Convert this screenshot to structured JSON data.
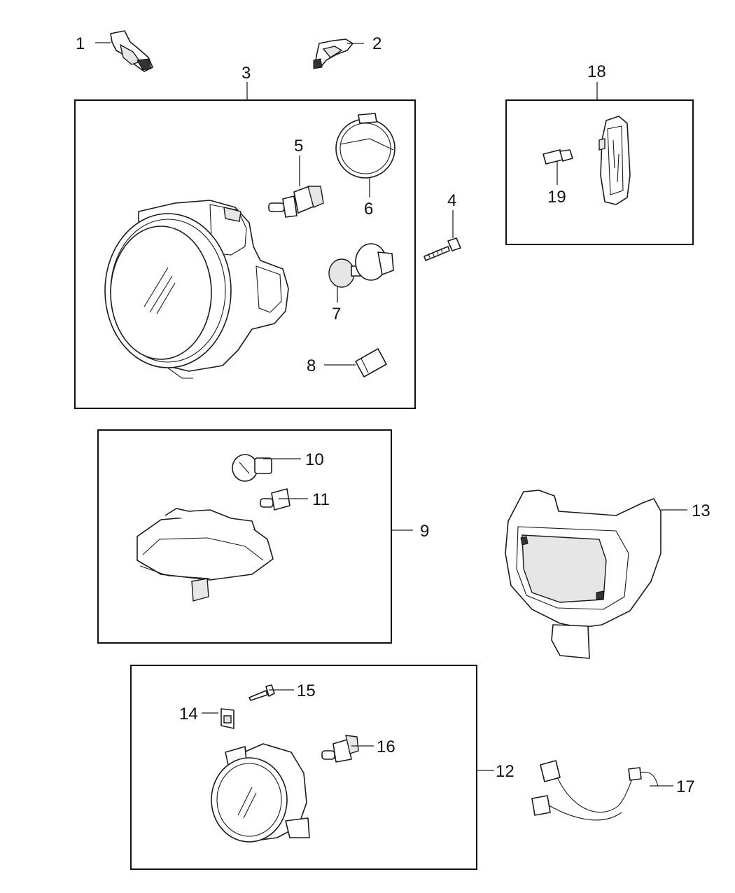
{
  "callouts": [
    {
      "id": "1",
      "label": "1"
    },
    {
      "id": "2",
      "label": "2"
    },
    {
      "id": "3",
      "label": "3"
    },
    {
      "id": "4",
      "label": "4"
    },
    {
      "id": "5",
      "label": "5"
    },
    {
      "id": "6",
      "label": "6"
    },
    {
      "id": "7",
      "label": "7"
    },
    {
      "id": "8",
      "label": "8"
    },
    {
      "id": "9",
      "label": "9"
    },
    {
      "id": "10",
      "label": "10"
    },
    {
      "id": "11",
      "label": "11"
    },
    {
      "id": "12",
      "label": "12"
    },
    {
      "id": "13",
      "label": "13"
    },
    {
      "id": "14",
      "label": "14"
    },
    {
      "id": "15",
      "label": "15"
    },
    {
      "id": "16",
      "label": "16"
    },
    {
      "id": "17",
      "label": "17"
    },
    {
      "id": "18",
      "label": "18"
    },
    {
      "id": "19",
      "label": "19"
    }
  ]
}
